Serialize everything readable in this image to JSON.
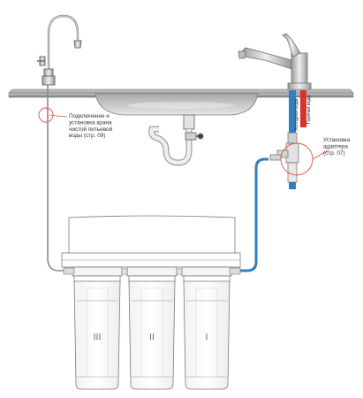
{
  "callouts": {
    "faucet_install": [
      "Подключение и",
      "установка крана",
      "чистой питьевой",
      "воды (стр. 09)"
    ],
    "adapter_install": [
      "Установка",
      "адаптера",
      "(стр. 07)"
    ]
  },
  "pipe_labels": {
    "cold_water": "Холодная вода",
    "hot_water": "Горячая вода"
  },
  "filter_stages": [
    "III",
    "II",
    "I"
  ],
  "colors": {
    "cold": "#2f7fc1",
    "hot": "#d9342b",
    "callout_accent": "#e0503a",
    "counter": "#8d8d8d",
    "line": "#777777"
  }
}
